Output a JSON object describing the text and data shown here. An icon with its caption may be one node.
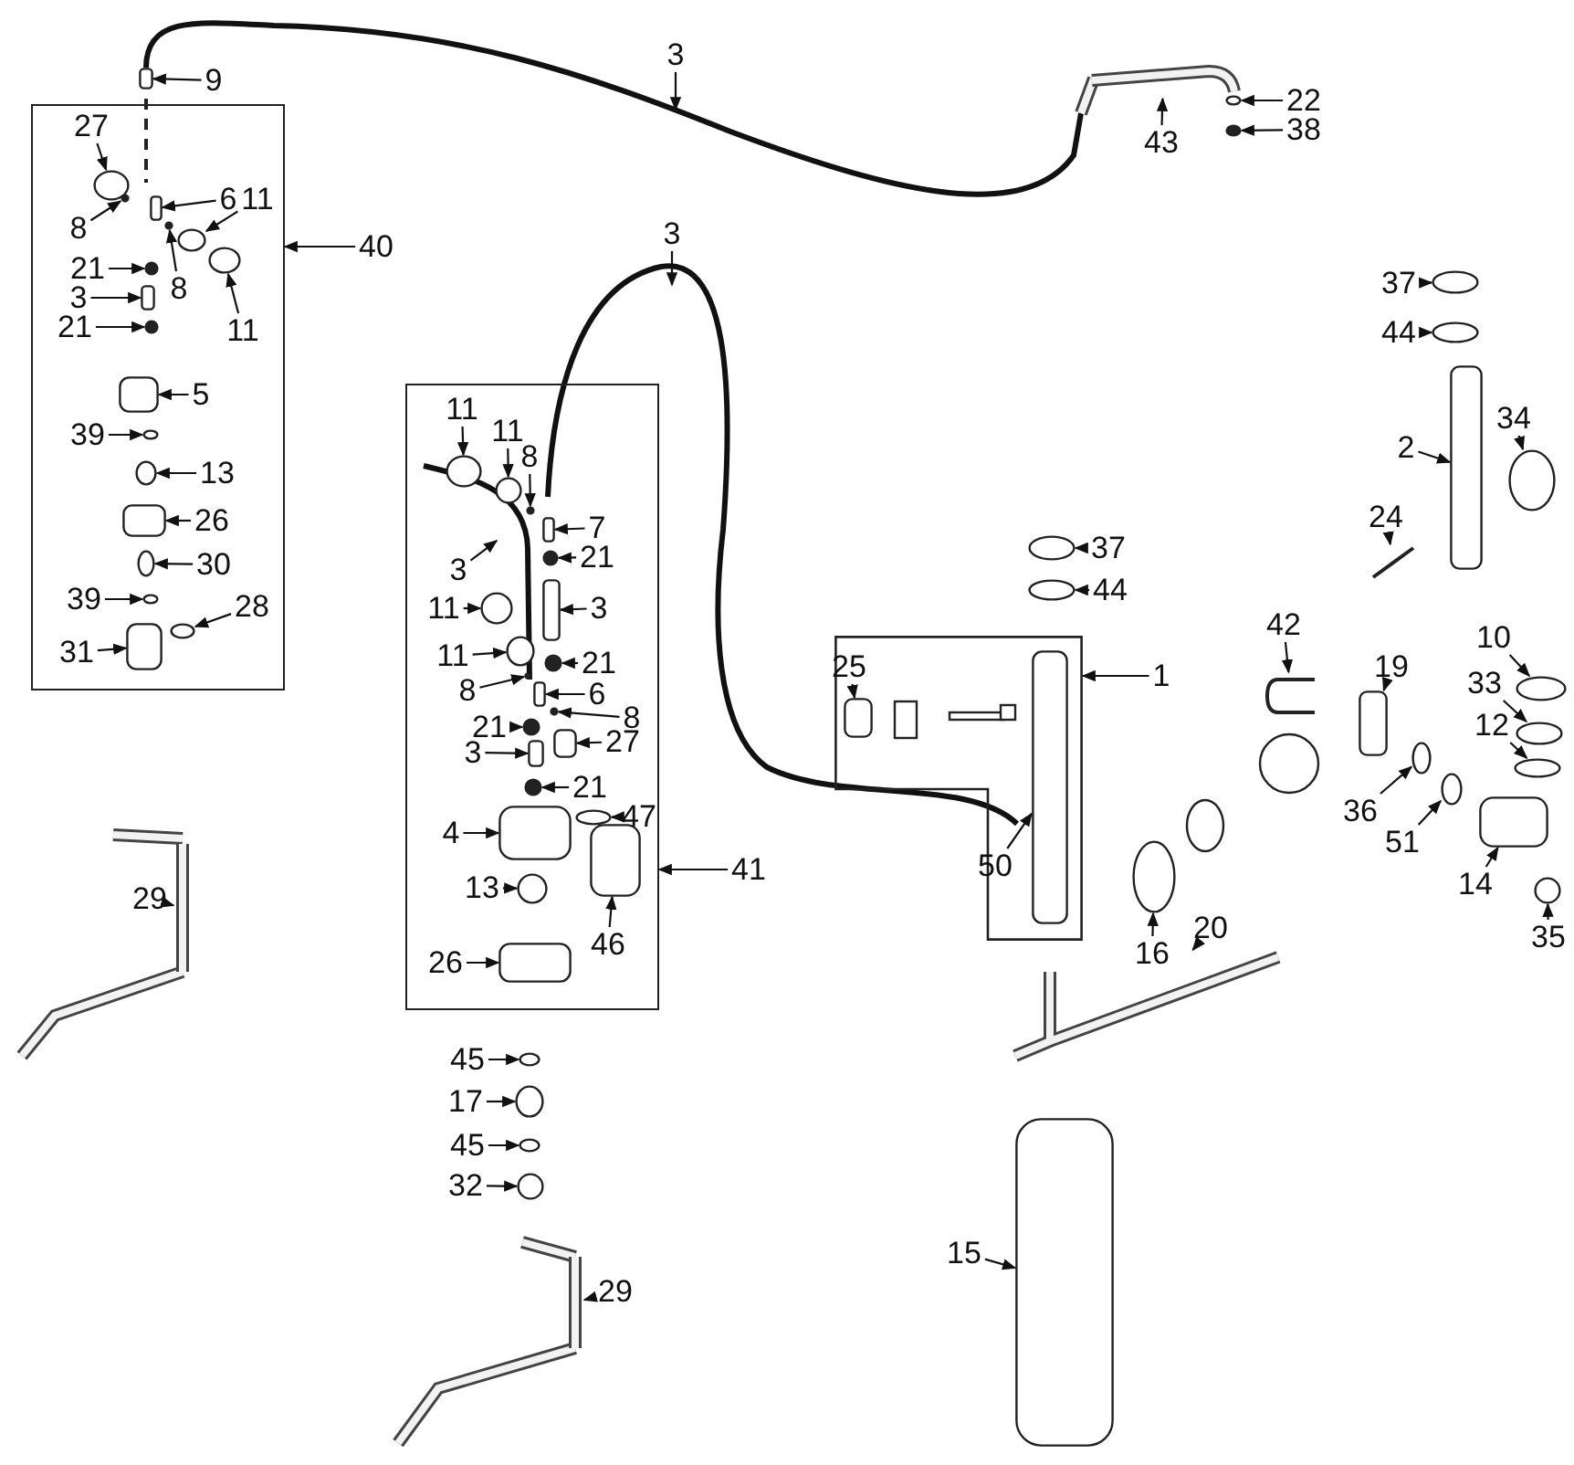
{
  "diagram": {
    "nodes": [
      {
        "text": [
          "9"
        ]
      },
      {
        "text": [
          "3"
        ]
      },
      {
        "text": [
          "43"
        ]
      },
      {
        "text": [
          "22"
        ]
      },
      {
        "text": [
          "38"
        ]
      },
      {
        "text": [],
        "shape": "box"
      },
      {
        "text": [
          "40"
        ]
      },
      {
        "text": [
          "27"
        ],
        "in": 5
      },
      {
        "text": [
          "8"
        ],
        "in": 5
      },
      {
        "text": [
          "6"
        ],
        "in": 5
      },
      {
        "text": [
          "11"
        ],
        "in": 5
      },
      {
        "text": [
          "8"
        ],
        "in": 5
      },
      {
        "text": [
          "21"
        ],
        "in": 5
      },
      {
        "text": [
          "3"
        ],
        "in": 5
      },
      {
        "text": [
          "11"
        ],
        "in": 5
      },
      {
        "text": [
          "21"
        ],
        "in": 5
      },
      {
        "text": [
          "5"
        ],
        "in": 5
      },
      {
        "text": [
          "39"
        ],
        "in": 5
      },
      {
        "text": [
          "13"
        ],
        "in": 5
      },
      {
        "text": [
          "26"
        ],
        "in": 5
      },
      {
        "text": [
          "30"
        ],
        "in": 5
      },
      {
        "text": [
          "39"
        ],
        "in": 5
      },
      {
        "text": [
          "28"
        ],
        "in": 5
      },
      {
        "text": [
          "31"
        ],
        "in": 5
      },
      {
        "text": [
          "3"
        ]
      },
      {
        "text": [
          "37"
        ]
      },
      {
        "text": [
          "44"
        ]
      },
      {
        "text": [],
        "shape": "box"
      },
      {
        "text": [
          "11"
        ],
        "in": 27
      },
      {
        "text": [
          "11"
        ],
        "in": 27
      },
      {
        "text": [
          "8"
        ],
        "in": 27
      },
      {
        "text": [
          "7"
        ],
        "in": 27
      },
      {
        "text": [
          "3"
        ],
        "in": 27
      },
      {
        "text": [
          "21"
        ],
        "in": 27
      },
      {
        "text": [
          "11"
        ],
        "in": 27
      },
      {
        "text": [
          "3"
        ],
        "in": 27
      },
      {
        "text": [
          "11"
        ],
        "in": 27
      },
      {
        "text": [
          "21"
        ],
        "in": 27
      },
      {
        "text": [
          "8"
        ],
        "in": 27
      },
      {
        "text": [
          "6"
        ],
        "in": 27
      },
      {
        "text": [
          "8"
        ],
        "in": 27
      },
      {
        "text": [
          "21"
        ],
        "in": 27
      },
      {
        "text": [
          "3"
        ],
        "in": 27
      },
      {
        "text": [
          "27"
        ],
        "in": 27
      },
      {
        "text": [
          "21"
        ],
        "in": 27
      },
      {
        "text": [
          "47"
        ],
        "in": 27
      },
      {
        "text": [
          "4"
        ],
        "in": 27
      },
      {
        "text": [
          "41"
        ]
      },
      {
        "text": [
          "13"
        ],
        "in": 27
      },
      {
        "text": [
          "46"
        ],
        "in": 27
      },
      {
        "text": [
          "26"
        ],
        "in": 27
      },
      {
        "text": [
          "2"
        ]
      },
      {
        "text": [
          "34"
        ]
      },
      {
        "text": [
          "24"
        ]
      },
      {
        "text": [
          "37"
        ]
      },
      {
        "text": [
          "44"
        ]
      },
      {
        "text": [],
        "shape": "box"
      },
      {
        "text": [
          "1"
        ]
      },
      {
        "text": [
          "25"
        ],
        "in": 56
      },
      {
        "text": [
          "50"
        ],
        "in": 56
      },
      {
        "text": [
          "42"
        ]
      },
      {
        "text": [
          "19"
        ]
      },
      {
        "text": [
          "10"
        ]
      },
      {
        "text": [
          "33"
        ]
      },
      {
        "text": [
          "12"
        ]
      },
      {
        "text": [
          "36"
        ]
      },
      {
        "text": [
          "51"
        ]
      },
      {
        "text": [
          "14"
        ]
      },
      {
        "text": [
          "35"
        ]
      },
      {
        "text": [
          "16"
        ]
      },
      {
        "text": [
          "20"
        ]
      },
      {
        "text": [
          "29"
        ]
      },
      {
        "text": [
          "45"
        ]
      },
      {
        "text": [
          "17"
        ]
      },
      {
        "text": [
          "45"
        ]
      },
      {
        "text": [
          "32"
        ]
      },
      {
        "text": [
          "15"
        ]
      },
      {
        "text": [
          "29"
        ]
      },
      {
        "text": [],
        "shape": "box"
      },
      {
        "text": [],
        "shape": "picture"
      },
      {
        "text": [],
        "shape": "circle"
      },
      {
        "text": [],
        "shape": "circle"
      },
      {
        "text": [],
        "shape": "circle",
        "in": 5
      },
      {
        "text": [],
        "shape": "circle",
        "in": 5
      },
      {
        "text": [],
        "shape": "box",
        "in": 5
      },
      {
        "text": [],
        "shape": "circle",
        "in": 5
      },
      {
        "text": [],
        "shape": "circle",
        "in": 5
      },
      {
        "text": [],
        "shape": "circle",
        "in": 5
      },
      {
        "text": [],
        "shape": "box",
        "in": 5
      },
      {
        "text": [],
        "shape": "circle",
        "in": 5
      },
      {
        "text": [],
        "shape": "circle",
        "in": 5
      },
      {
        "text": [],
        "shape": "box",
        "in": 5
      },
      {
        "text": [],
        "shape": "circle",
        "in": 5
      },
      {
        "text": [],
        "shape": "circle",
        "in": 5
      },
      {
        "text": [],
        "shape": "box",
        "in": 5
      },
      {
        "text": [],
        "shape": "circle",
        "in": 5
      },
      {
        "text": [],
        "shape": "circle",
        "in": 5
      },
      {
        "text": [],
        "shape": "circle",
        "in": 5
      },
      {
        "text": [],
        "shape": "box",
        "in": 5
      },
      {
        "text": [],
        "shape": "circle"
      },
      {
        "text": [],
        "shape": "circle"
      },
      {
        "text": [],
        "shape": "circle",
        "in": 27
      },
      {
        "text": [],
        "shape": "circle",
        "in": 27
      },
      {
        "text": [],
        "shape": "circle",
        "in": 27
      },
      {
        "text": [],
        "shape": "box",
        "in": 27
      },
      {
        "text": [],
        "shape": "circle",
        "in": 27
      },
      {
        "text": [],
        "shape": "circle",
        "in": 27
      },
      {
        "text": [],
        "shape": "box",
        "in": 27
      },
      {
        "text": [],
        "shape": "circle",
        "in": 27
      },
      {
        "text": [],
        "shape": "circle",
        "in": 27
      },
      {
        "text": [],
        "shape": "circle",
        "in": 27
      },
      {
        "text": [],
        "shape": "box",
        "in": 27
      },
      {
        "text": [],
        "shape": "circle",
        "in": 27
      },
      {
        "text": [],
        "shape": "circle",
        "in": 27
      },
      {
        "text": [],
        "shape": "box",
        "in": 27
      },
      {
        "text": [],
        "shape": "box",
        "in": 27
      },
      {
        "text": [],
        "shape": "circle",
        "in": 27
      },
      {
        "text": [],
        "shape": "circle",
        "in": 27
      },
      {
        "text": [],
        "shape": "box",
        "in": 27
      },
      {
        "text": [],
        "shape": "circle",
        "in": 27
      },
      {
        "text": [],
        "shape": "box",
        "in": 27
      },
      {
        "text": [],
        "shape": "box",
        "in": 27
      },
      {
        "text": [],
        "shape": "box"
      },
      {
        "text": [],
        "shape": "circle"
      },
      {
        "text": [],
        "shape": "picture"
      },
      {
        "text": [],
        "shape": "circle"
      },
      {
        "text": [],
        "shape": "circle"
      },
      {
        "text": [],
        "shape": "box",
        "in": 56
      },
      {
        "text": [],
        "shape": "box",
        "in": 56
      },
      {
        "text": [],
        "shape": "picture"
      },
      {
        "text": [],
        "shape": "box"
      },
      {
        "text": [],
        "shape": "circle"
      },
      {
        "text": [],
        "shape": "circle"
      },
      {
        "text": [],
        "shape": "circle"
      },
      {
        "text": [],
        "shape": "circle"
      },
      {
        "text": [],
        "shape": "circle"
      },
      {
        "text": [],
        "shape": "box"
      },
      {
        "text": [],
        "shape": "circle"
      },
      {
        "text": [],
        "shape": "circle"
      },
      {
        "text": [],
        "shape": "picture"
      },
      {
        "text": [],
        "shape": "picture"
      },
      {
        "text": [],
        "shape": "circle"
      },
      {
        "text": [],
        "shape": "circle"
      },
      {
        "text": [],
        "shape": "circle"
      },
      {
        "text": [],
        "shape": "circle"
      },
      {
        "text": [],
        "shape": "box"
      },
      {
        "text": [],
        "shape": "picture"
      }
    ],
    "edges": [
      {
        "from": 0,
        "to": 78,
        "arrow": "to"
      },
      {
        "from": 1,
        "to": null,
        "arrow": "to"
      },
      {
        "from": 2,
        "to": 79,
        "arrow": "to"
      },
      {
        "from": 3,
        "to": 80,
        "arrow": "to"
      },
      {
        "from": 4,
        "to": 81,
        "arrow": "to"
      },
      {
        "from": 6,
        "to": 5,
        "arrow": "to"
      },
      {
        "from": 7,
        "to": 82,
        "arrow": "to"
      },
      {
        "from": 8,
        "to": 83,
        "arrow": "to"
      },
      {
        "from": 9,
        "to": 84,
        "arrow": "to"
      },
      {
        "from": 10,
        "to": 85,
        "arrow": "to"
      },
      {
        "from": 11,
        "to": 86,
        "arrow": "to"
      },
      {
        "from": 12,
        "to": 87,
        "arrow": "to"
      },
      {
        "from": 13,
        "to": 88,
        "arrow": "to"
      },
      {
        "from": 14,
        "to": 89,
        "arrow": "to"
      },
      {
        "from": 15,
        "to": 90,
        "arrow": "to"
      },
      {
        "from": 16,
        "to": 91,
        "arrow": "to"
      },
      {
        "from": 17,
        "to": 92,
        "arrow": "to"
      },
      {
        "from": 18,
        "to": 93,
        "arrow": "to"
      },
      {
        "from": 19,
        "to": 94,
        "arrow": "to"
      },
      {
        "from": 20,
        "to": 95,
        "arrow": "to"
      },
      {
        "from": 21,
        "to": 96,
        "arrow": "to"
      },
      {
        "from": 22,
        "to": 97,
        "arrow": "to"
      },
      {
        "from": 23,
        "to": 98,
        "arrow": "to"
      },
      {
        "from": 24,
        "to": null,
        "arrow": "to"
      },
      {
        "from": 25,
        "to": 99,
        "arrow": "to"
      },
      {
        "from": 26,
        "to": 100,
        "arrow": "to"
      },
      {
        "from": 28,
        "to": 101,
        "arrow": "to"
      },
      {
        "from": 29,
        "to": 102,
        "arrow": "to"
      },
      {
        "from": 30,
        "to": 103,
        "arrow": "to"
      },
      {
        "from": 31,
        "to": 104,
        "arrow": "to"
      },
      {
        "from": 32,
        "to": null,
        "arrow": "to"
      },
      {
        "from": 33,
        "to": 105,
        "arrow": "to"
      },
      {
        "from": 34,
        "to": 106,
        "arrow": "to"
      },
      {
        "from": 35,
        "to": 107,
        "arrow": "to"
      },
      {
        "from": 36,
        "to": 108,
        "arrow": "to"
      },
      {
        "from": 37,
        "to": 109,
        "arrow": "to"
      },
      {
        "from": 38,
        "to": 110,
        "arrow": "to"
      },
      {
        "from": 39,
        "to": 111,
        "arrow": "to"
      },
      {
        "from": 40,
        "to": 112,
        "arrow": "to"
      },
      {
        "from": 41,
        "to": 113,
        "arrow": "to"
      },
      {
        "from": 42,
        "to": 114,
        "arrow": "to"
      },
      {
        "from": 43,
        "to": 115,
        "arrow": "to"
      },
      {
        "from": 44,
        "to": 116,
        "arrow": "to"
      },
      {
        "from": 45,
        "to": 117,
        "arrow": "to"
      },
      {
        "from": 46,
        "to": 118,
        "arrow": "to"
      },
      {
        "from": 47,
        "to": 27,
        "arrow": "to"
      },
      {
        "from": 48,
        "to": 119,
        "arrow": "to"
      },
      {
        "from": 49,
        "to": 120,
        "arrow": "to"
      },
      {
        "from": 50,
        "to": 121,
        "arrow": "to"
      },
      {
        "from": 51,
        "to": 122,
        "arrow": "to"
      },
      {
        "from": 52,
        "to": 123,
        "arrow": "to"
      },
      {
        "from": 53,
        "to": 124,
        "arrow": "to"
      },
      {
        "from": 54,
        "to": 125,
        "arrow": "to"
      },
      {
        "from": 55,
        "to": 126,
        "arrow": "to"
      },
      {
        "from": 57,
        "to": 56,
        "arrow": "to"
      },
      {
        "from": 58,
        "to": 127,
        "arrow": "to"
      },
      {
        "from": 59,
        "to": 128,
        "arrow": "to"
      },
      {
        "from": 60,
        "to": 129,
        "arrow": "to"
      },
      {
        "from": 61,
        "to": 130,
        "arrow": "to"
      },
      {
        "from": 62,
        "to": 131,
        "arrow": "to"
      },
      {
        "from": 63,
        "to": 132,
        "arrow": "to"
      },
      {
        "from": 64,
        "to": 133,
        "arrow": "to"
      },
      {
        "from": 65,
        "to": 134,
        "arrow": "to"
      },
      {
        "from": 66,
        "to": 135,
        "arrow": "to"
      },
      {
        "from": 67,
        "to": 136,
        "arrow": "to"
      },
      {
        "from": 68,
        "to": 137,
        "arrow": "to"
      },
      {
        "from": 69,
        "to": 138,
        "arrow": "to"
      },
      {
        "from": 70,
        "to": 139,
        "arrow": "to"
      },
      {
        "from": 71,
        "to": 140,
        "arrow": "to"
      },
      {
        "from": 72,
        "to": 141,
        "arrow": "to"
      },
      {
        "from": 73,
        "to": 142,
        "arrow": "to"
      },
      {
        "from": 74,
        "to": 143,
        "arrow": "to"
      },
      {
        "from": 75,
        "to": 144,
        "arrow": "to"
      },
      {
        "from": 76,
        "to": 145,
        "arrow": "to"
      },
      {
        "from": 77,
        "to": 146,
        "arrow": "to"
      }
    ]
  }
}
